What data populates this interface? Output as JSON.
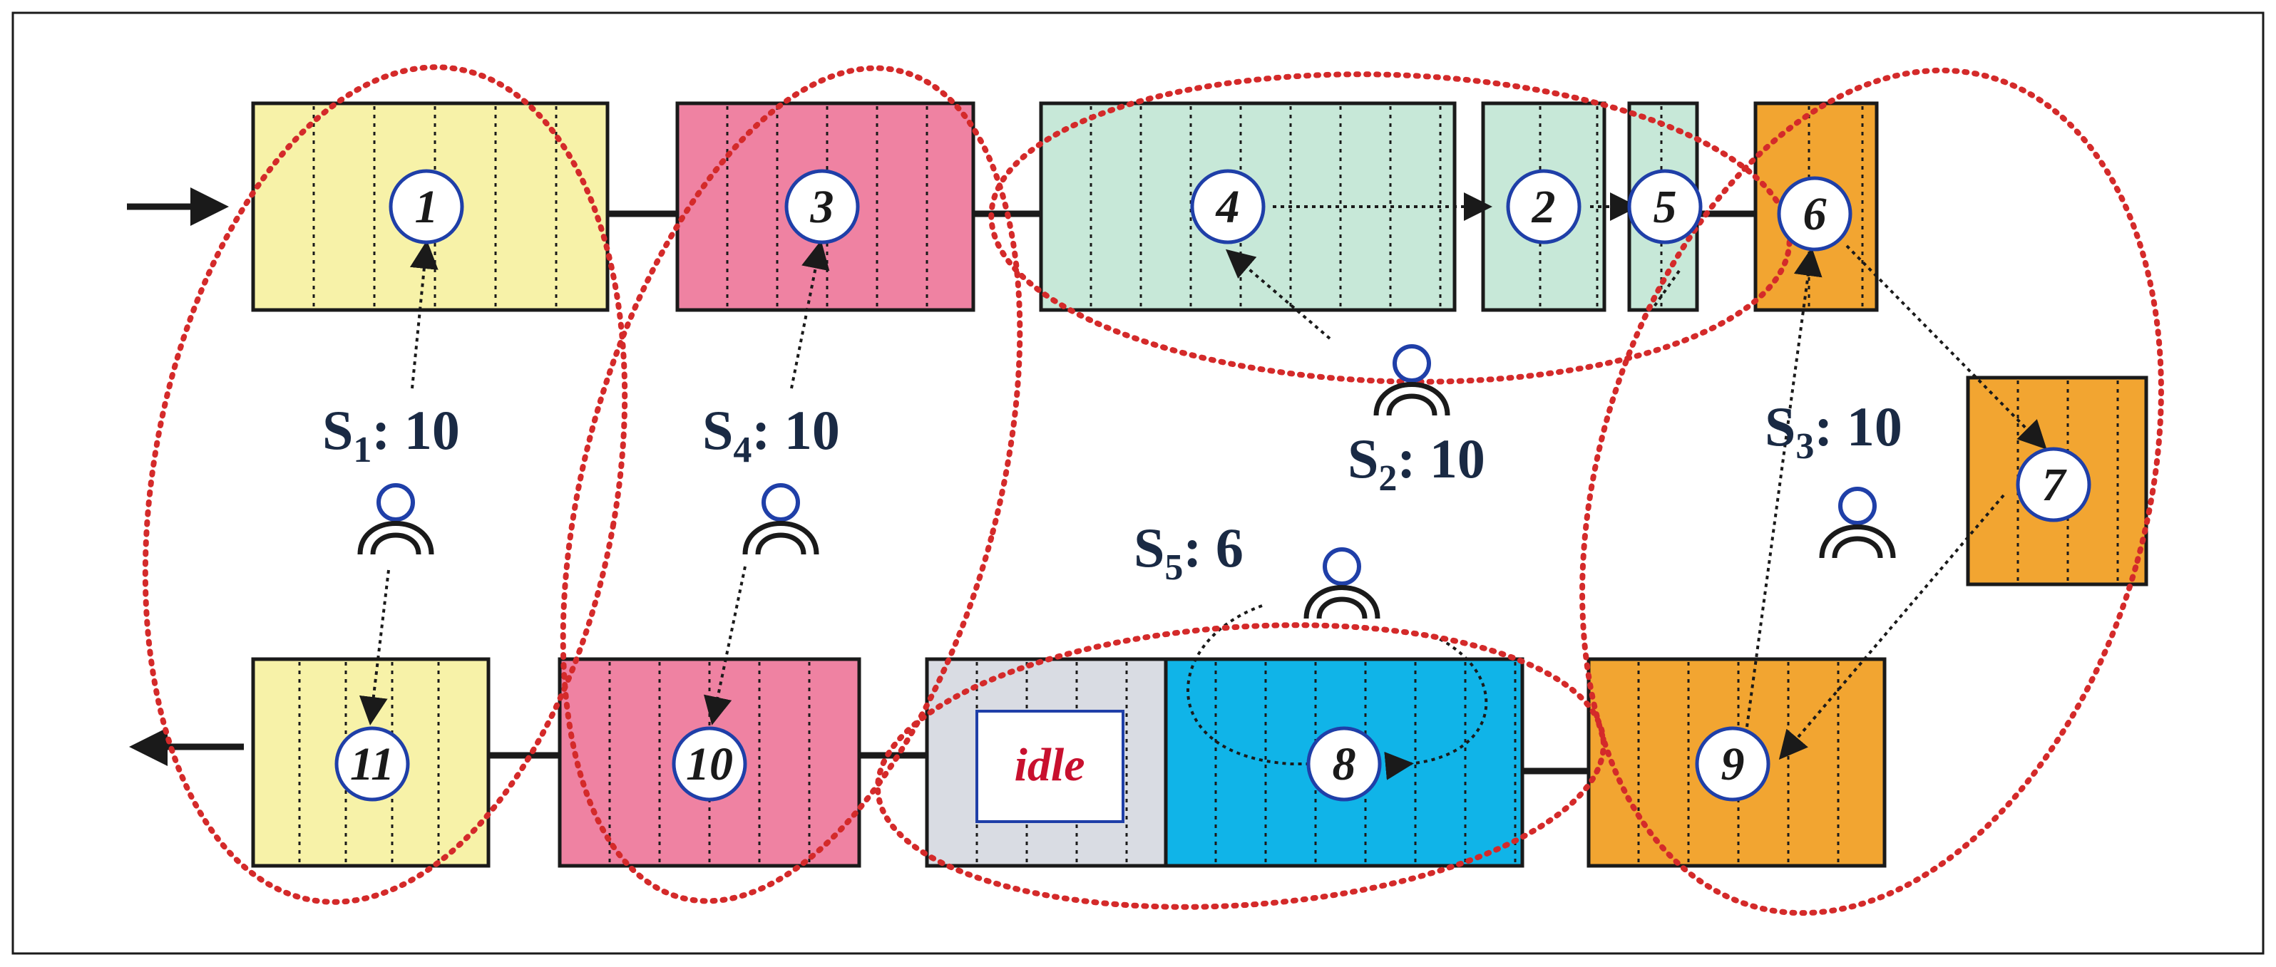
{
  "diagram": {
    "nodes": [
      {
        "id": "1",
        "label": "1"
      },
      {
        "id": "2",
        "label": "2"
      },
      {
        "id": "3",
        "label": "3"
      },
      {
        "id": "4",
        "label": "4"
      },
      {
        "id": "5",
        "label": "5"
      },
      {
        "id": "6",
        "label": "6"
      },
      {
        "id": "7",
        "label": "7"
      },
      {
        "id": "8",
        "label": "8"
      },
      {
        "id": "9",
        "label": "9"
      },
      {
        "id": "10",
        "label": "10"
      },
      {
        "id": "11",
        "label": "11"
      }
    ],
    "idle_label": "idle",
    "servers": [
      {
        "id": "S1",
        "letter": "S",
        "sub": "1",
        "value": ": 10"
      },
      {
        "id": "S2",
        "letter": "S",
        "sub": "2",
        "value": ": 10"
      },
      {
        "id": "S3",
        "letter": "S",
        "sub": "3",
        "value": ": 10"
      },
      {
        "id": "S4",
        "letter": "S",
        "sub": "4",
        "value": ": 10"
      },
      {
        "id": "S5",
        "letter": "S",
        "sub": "5",
        "value": ": 6"
      }
    ],
    "colors": {
      "yellow": "#f7f2a8",
      "pink": "#ef82a2",
      "mint": "#c7e8d8",
      "orange": "#f2a531",
      "gray": "#d9dce3",
      "blue": "#10b4e8",
      "zone": "#d42a2a",
      "circle_border": "#1f3fa8"
    }
  }
}
